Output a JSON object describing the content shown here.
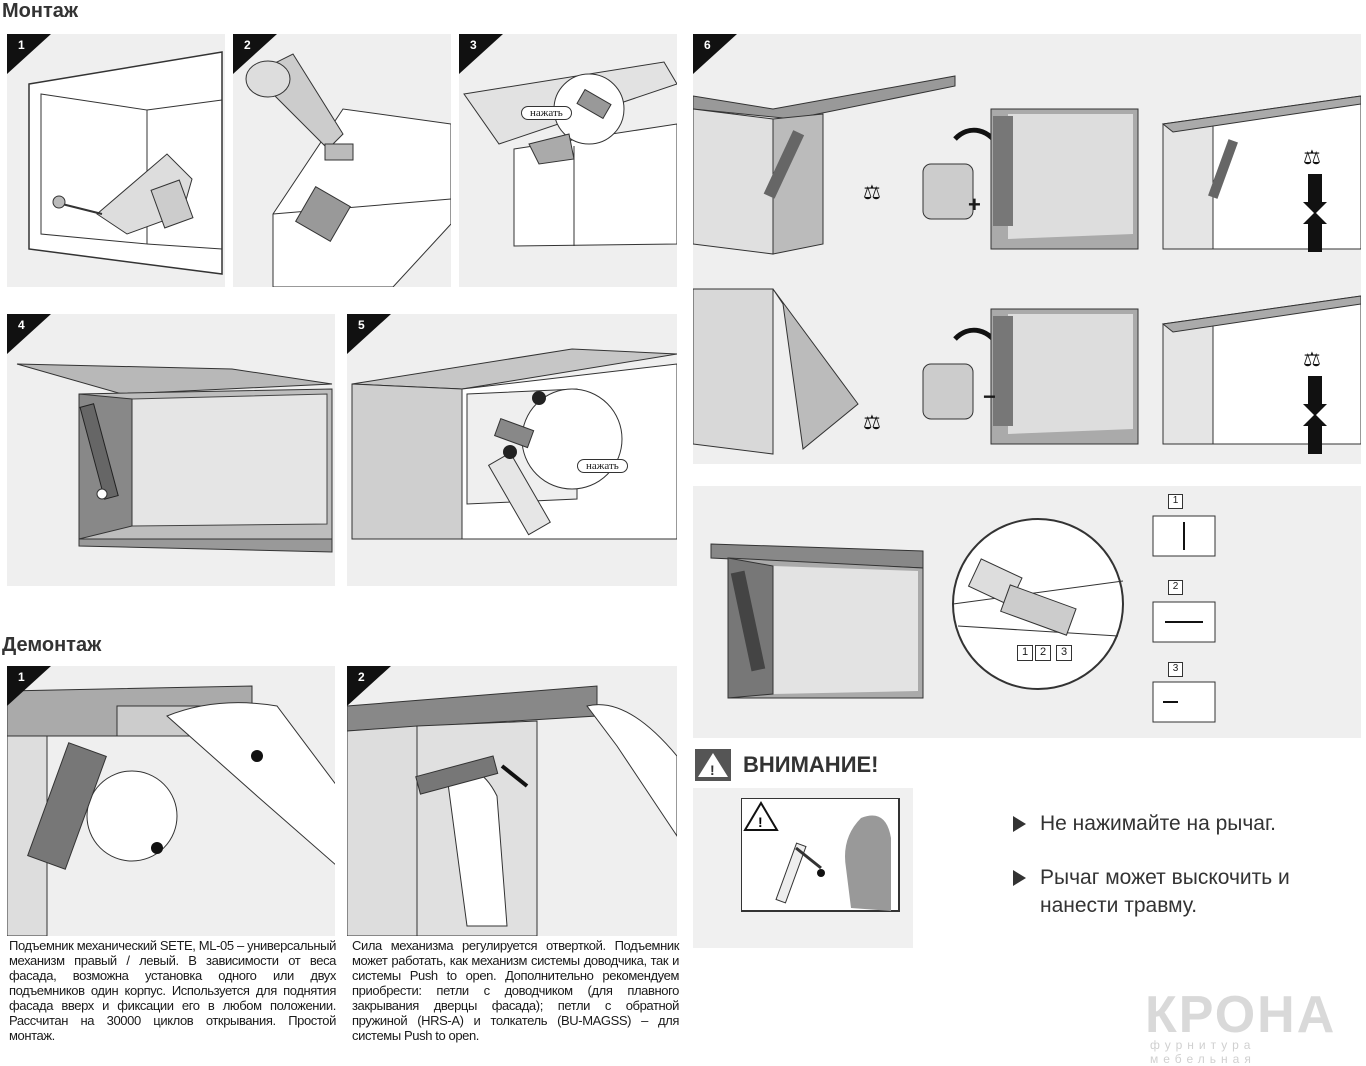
{
  "sections": {
    "install_title": "Монтаж",
    "removal_title": "Демонтаж"
  },
  "steps": {
    "s1": "1",
    "s2": "2",
    "s3": "3",
    "s4": "4",
    "s5": "5",
    "s6": "6",
    "r1": "1",
    "r2": "2"
  },
  "labels": {
    "press_1": "нажать",
    "press_2": "нажать",
    "plus": "+",
    "minus": "−",
    "adj_1": "1",
    "adj_2": "2",
    "adj_3": "3",
    "circle_1": "1",
    "circle_2": "2",
    "circle_3": "3"
  },
  "notes": {
    "left": "Подъемник механический SETE, ML-05 – универсальный механизм правый / левый. В зависимости от веса фасада, возможна установка одного или двух подъемников один корпус. Используется для поднятия фасада вверх и фиксации его в любом положении. Рассчитан на 30000 циклов открывания. Простой монтаж.",
    "right": "Сила механизма регулируется отверткой. Подъемник может работать, как механизм системы доводчика, так и системы Push to open. Дополнительно рекомендуем приобрести: петли с доводчиком (для плавного закрывания дверцы фасада); петли с обратной пружиной (HRS-A) и толкатель (BU-MAGSS) – для системы Push to open."
  },
  "warning": {
    "title": "ВНИМАНИЕ!",
    "items": [
      "Не нажимайте на рычаг.",
      "Рычаг может выскочить и нанести травму."
    ]
  },
  "logo": {
    "name": "КРОНА",
    "tagline": "фурнитура мебельная"
  }
}
